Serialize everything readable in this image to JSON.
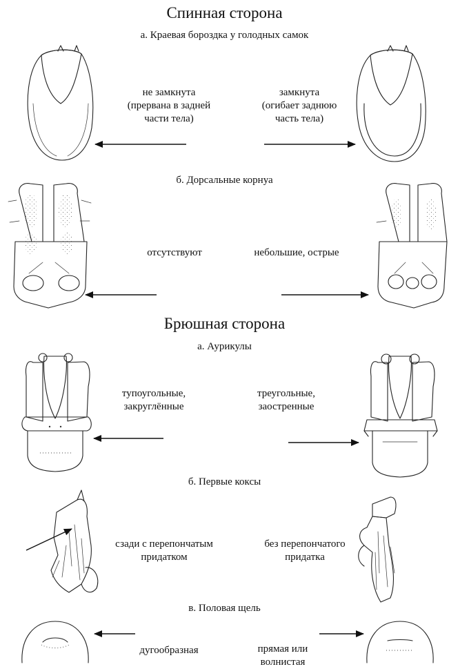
{
  "sections": {
    "dorsal_title": "Спинная сторона",
    "ventral_title": "Брюшная сторона"
  },
  "dorsal": {
    "groove": {
      "title": "а. Краевая бороздка у голодных самок",
      "left_label": "не замкнута\n(прервана в задней\nчасти тела)",
      "right_label": "замкнута\n(огибает заднюю\nчасть тела)"
    },
    "cornua": {
      "title": "б. Дорсальные корнуа",
      "left_label": "отсутствуют",
      "right_label": "небольшие, острые"
    }
  },
  "ventral": {
    "auricula": {
      "title": "а. Аурикулы",
      "left_label": "тупоугольные,\nзакруглённые",
      "right_label": "треугольные,\nзаостренные"
    },
    "coxae": {
      "title": "б. Первые коксы",
      "left_label": "сзади с перепончатым\nпридатком",
      "right_label": "без перепончатого\nпридатка"
    },
    "genital": {
      "title": "в. Половая щель",
      "left_label": "дугообразная",
      "right_label": "прямая или\nволнистая"
    }
  }
}
